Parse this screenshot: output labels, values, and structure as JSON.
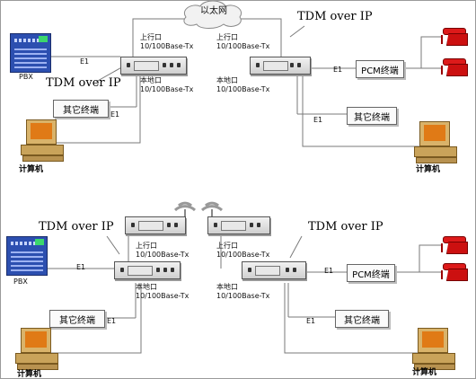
{
  "labels": {
    "ethernet": "以太网",
    "tdm": "TDM over IP",
    "uplink": "上行口",
    "downlink": "本地口",
    "port_type": "10/100Base-Tx",
    "e1": "E1",
    "pbx": "PBX",
    "other_terminal": "其它终端",
    "computer": "计算机",
    "pcm_terminal": "PCM终端"
  }
}
